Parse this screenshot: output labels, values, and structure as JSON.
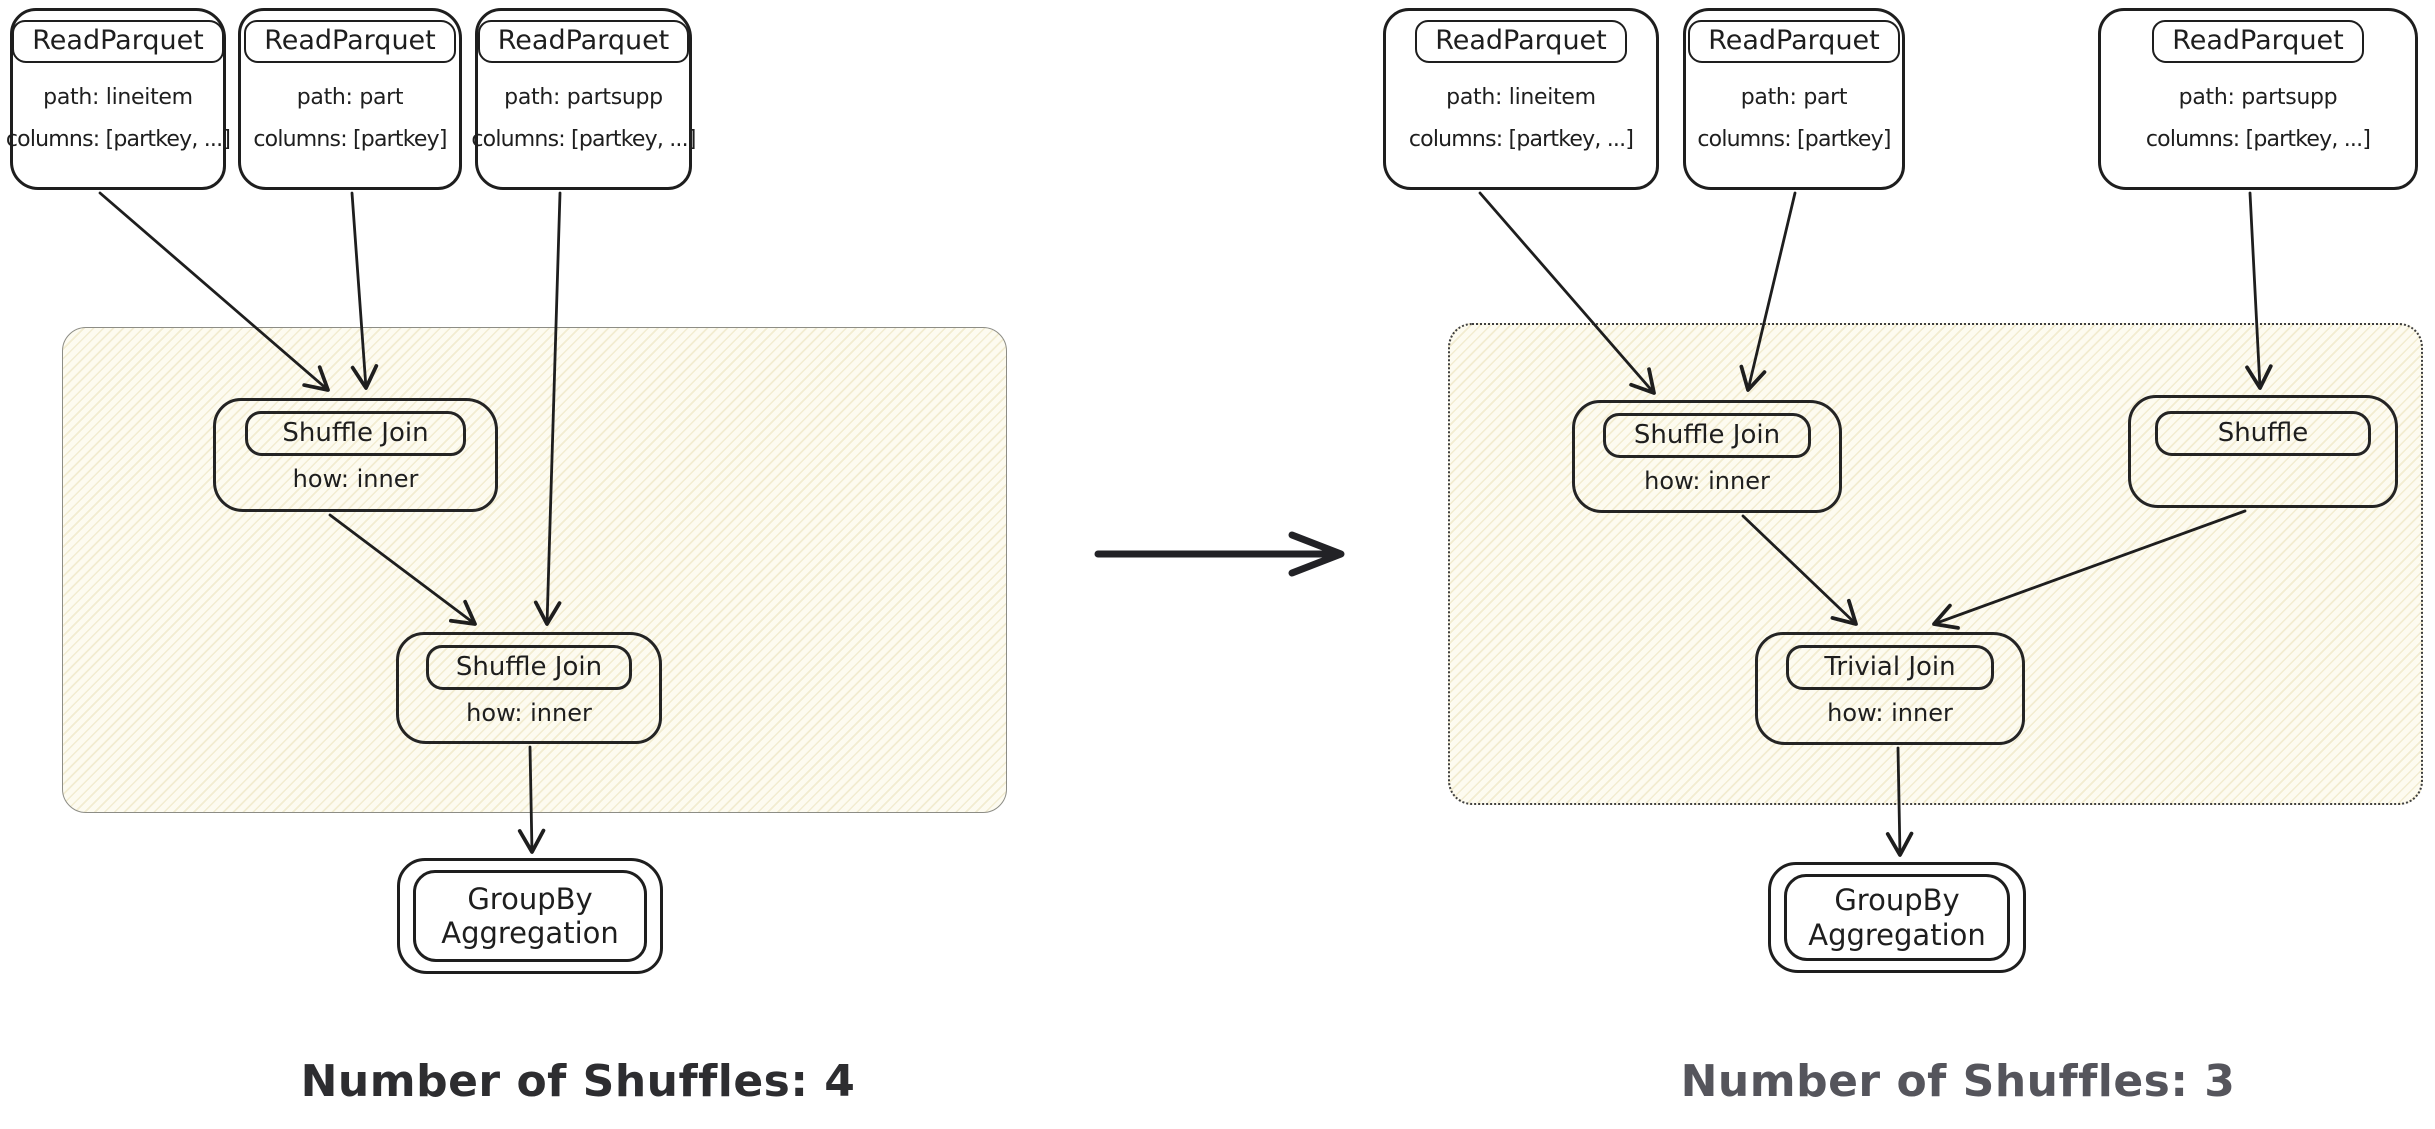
{
  "colors": {
    "ink": "#1e1e1e",
    "container_fill": "#fdfbf0",
    "hachure_line": "#d6c480",
    "container_left_border": "#8d8d86",
    "container_right_border": "#3f3f3f",
    "caption_left": "#2d2d30",
    "caption_right": "#55555c",
    "node_background": "#ffffff"
  },
  "left": {
    "sources": [
      {
        "title": "ReadParquet",
        "path": "path: lineitem",
        "columns": "columns: [partkey, ...]"
      },
      {
        "title": "ReadParquet",
        "path": "path: part",
        "columns": "columns: [partkey]"
      },
      {
        "title": "ReadParquet",
        "path": "path: partsupp",
        "columns": "columns: [partkey, ...]"
      }
    ],
    "join1": {
      "title": "Shuffle Join",
      "subtitle": "how: inner"
    },
    "join2": {
      "title": "Shuffle Join",
      "subtitle": "how: inner"
    },
    "groupby": {
      "line1": "GroupBy",
      "line2": "Aggregation"
    },
    "caption": "Number of Shuffles: 4",
    "edges": [
      {
        "from": "read-lineitem",
        "to": "shuffle-join-1"
      },
      {
        "from": "read-part",
        "to": "shuffle-join-1"
      },
      {
        "from": "read-partsupp",
        "to": "shuffle-join-2"
      },
      {
        "from": "shuffle-join-1",
        "to": "shuffle-join-2"
      },
      {
        "from": "shuffle-join-2",
        "to": "groupby-aggregation"
      }
    ]
  },
  "right": {
    "sources": [
      {
        "title": "ReadParquet",
        "path": "path: lineitem",
        "columns": "columns: [partkey, ...]"
      },
      {
        "title": "ReadParquet",
        "path": "path: part",
        "columns": "columns: [partkey]"
      },
      {
        "title": "ReadParquet",
        "path": "path: partsupp",
        "columns": "columns: [partkey, ...]"
      }
    ],
    "join1": {
      "title": "Shuffle Join",
      "subtitle": "how: inner"
    },
    "shuffle": {
      "title": "Shuffle"
    },
    "join2": {
      "title": "Trivial Join",
      "subtitle": "how: inner"
    },
    "groupby": {
      "line1": "GroupBy",
      "line2": "Aggregation"
    },
    "caption": "Number of Shuffles: 3",
    "edges": [
      {
        "from": "read-lineitem",
        "to": "shuffle-join"
      },
      {
        "from": "read-part",
        "to": "shuffle-join"
      },
      {
        "from": "read-partsupp",
        "to": "shuffle"
      },
      {
        "from": "shuffle-join",
        "to": "trivial-join"
      },
      {
        "from": "shuffle",
        "to": "trivial-join"
      },
      {
        "from": "trivial-join",
        "to": "groupby-aggregation"
      }
    ]
  },
  "transform_arrow": {
    "meaning": "plan optimization: left plan becomes right plan"
  }
}
